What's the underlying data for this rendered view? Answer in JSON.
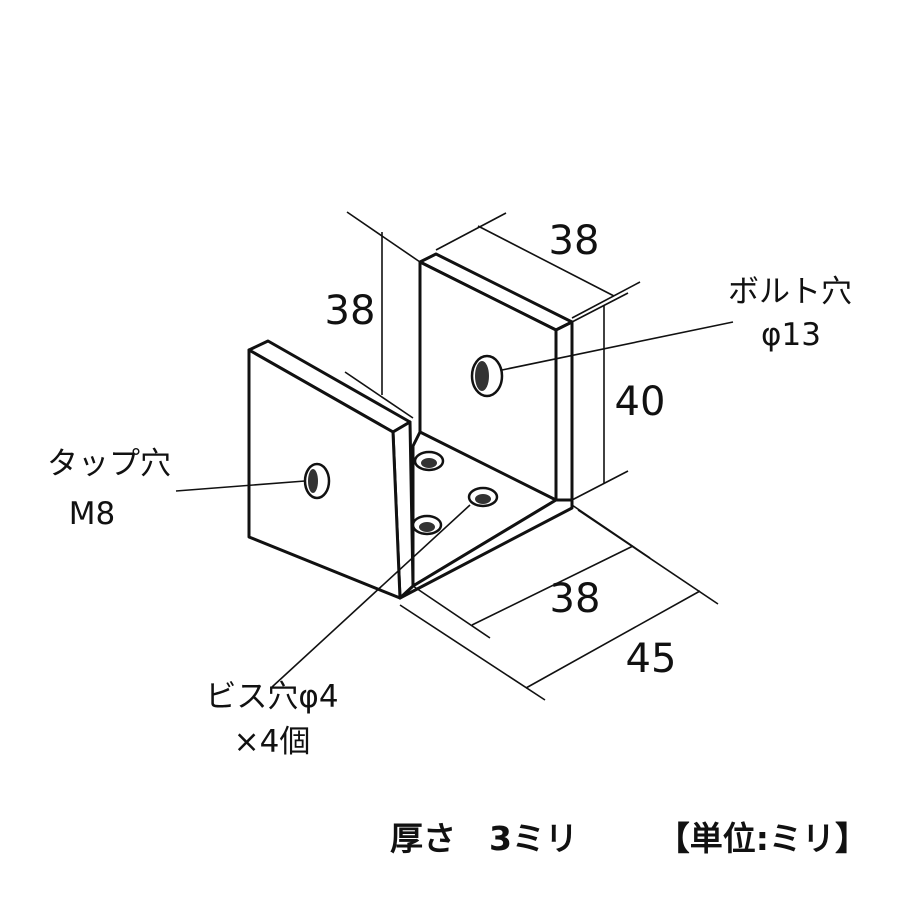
{
  "dimensions": {
    "back_width": "38",
    "side_height": "38",
    "back_height": "40",
    "inner_depth": "38",
    "total_depth": "45"
  },
  "callouts": {
    "bolt_hole_title": "ボルト穴",
    "bolt_hole_size": "φ13",
    "tap_hole_title": "タップ穴",
    "tap_hole_size": "M8",
    "screw_hole_title": "ビス穴φ4",
    "screw_hole_count": "×4個"
  },
  "footer": {
    "thickness": "厚さ　3ミリ",
    "unit": "【単位:ミリ】"
  },
  "colors": {
    "line": "#111111",
    "background": "#ffffff"
  }
}
